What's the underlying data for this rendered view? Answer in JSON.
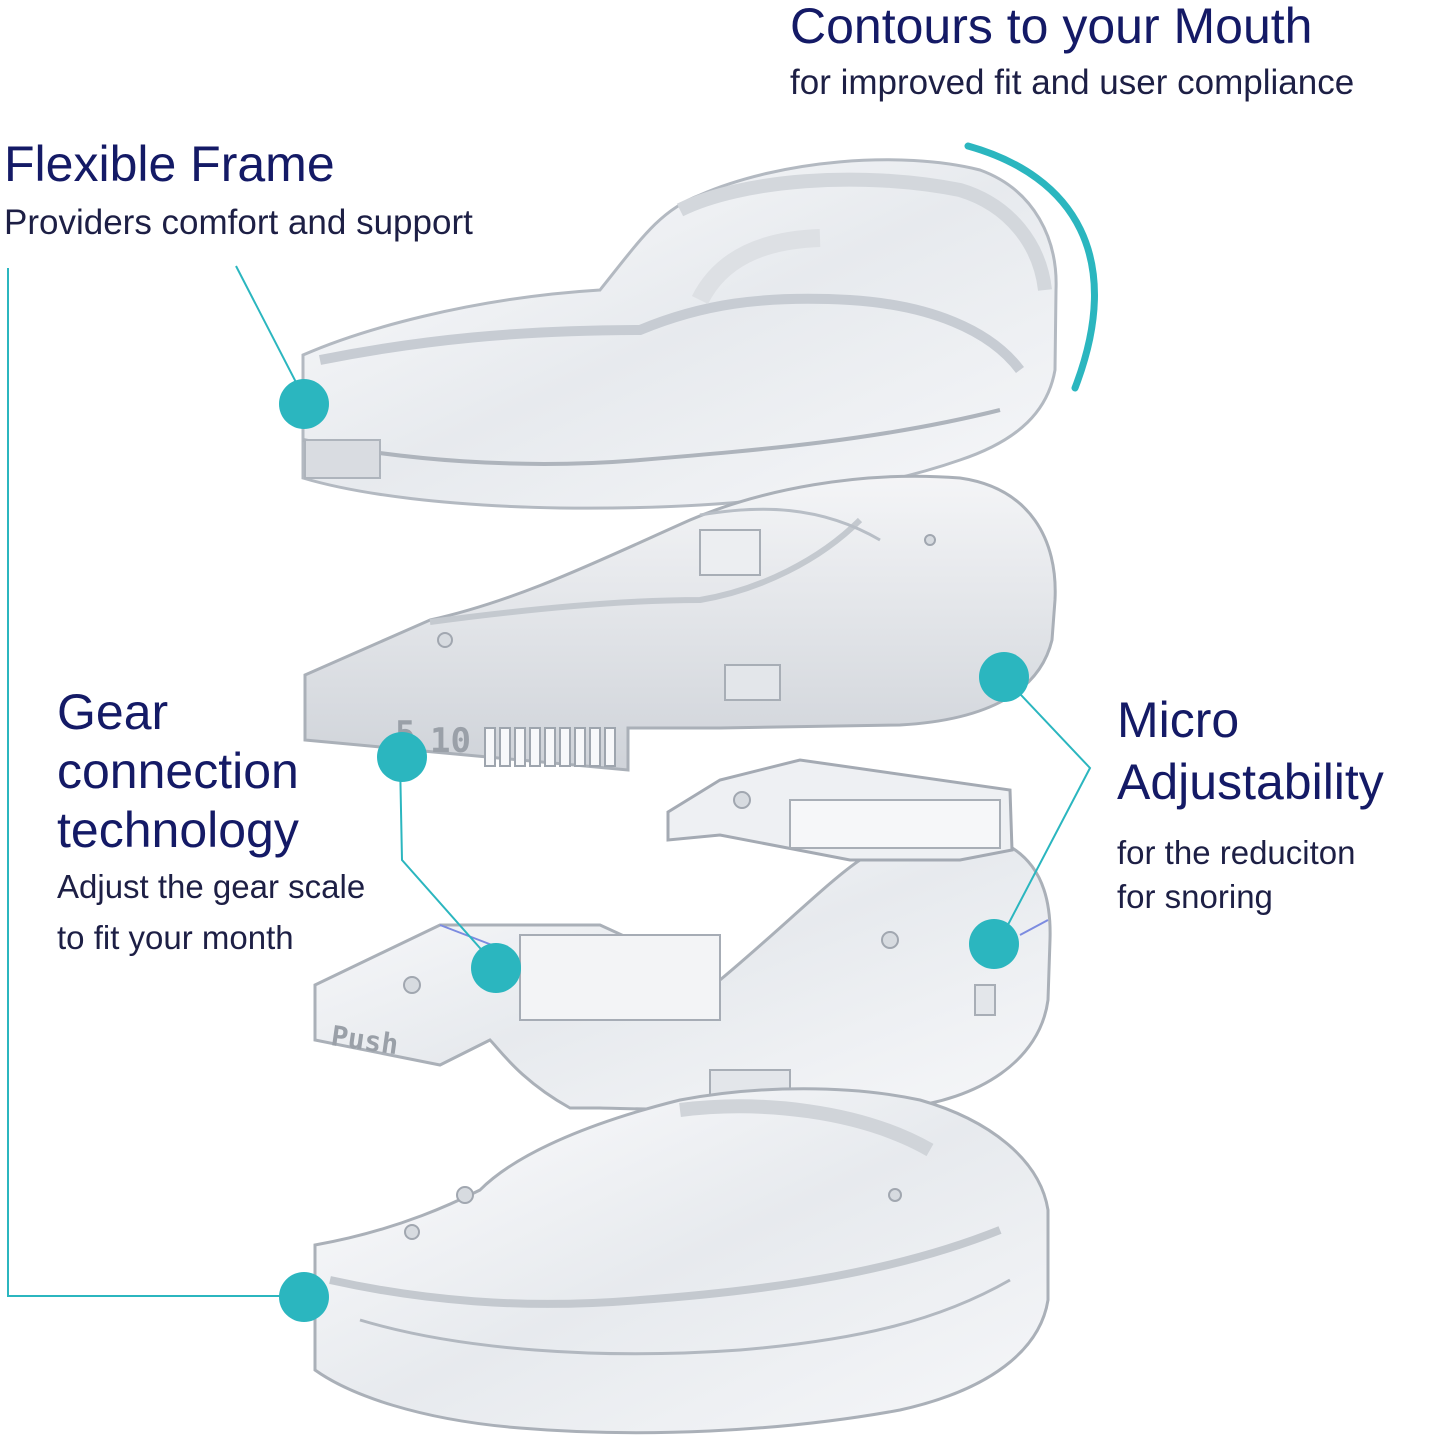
{
  "callouts": {
    "contours": {
      "title": "Contours to your Mouth",
      "subtitle": "for improved fit and user compliance"
    },
    "flexible_frame": {
      "title": "Flexible Frame",
      "subtitle": "Providers comfort and support"
    },
    "gear": {
      "title_line1": "Gear",
      "title_line2": "connection",
      "title_line3": "technology",
      "subtitle_line1": "Adjust the gear scale",
      "subtitle_line2": "to fit your month"
    },
    "micro": {
      "title_line1": "Micro",
      "title_line2": "Adjustability",
      "subtitle_line1": "for the reduciton",
      "subtitle_line2": "for snoring"
    }
  },
  "scale_marks": {
    "mark_a": "5",
    "mark_b": "10"
  },
  "push_mark": "Push",
  "colors": {
    "accent_teal": "#2bb6bf",
    "title_navy": "#141a66",
    "text_dark": "#1d1f45",
    "plastic_edge": "#b9bec5"
  }
}
